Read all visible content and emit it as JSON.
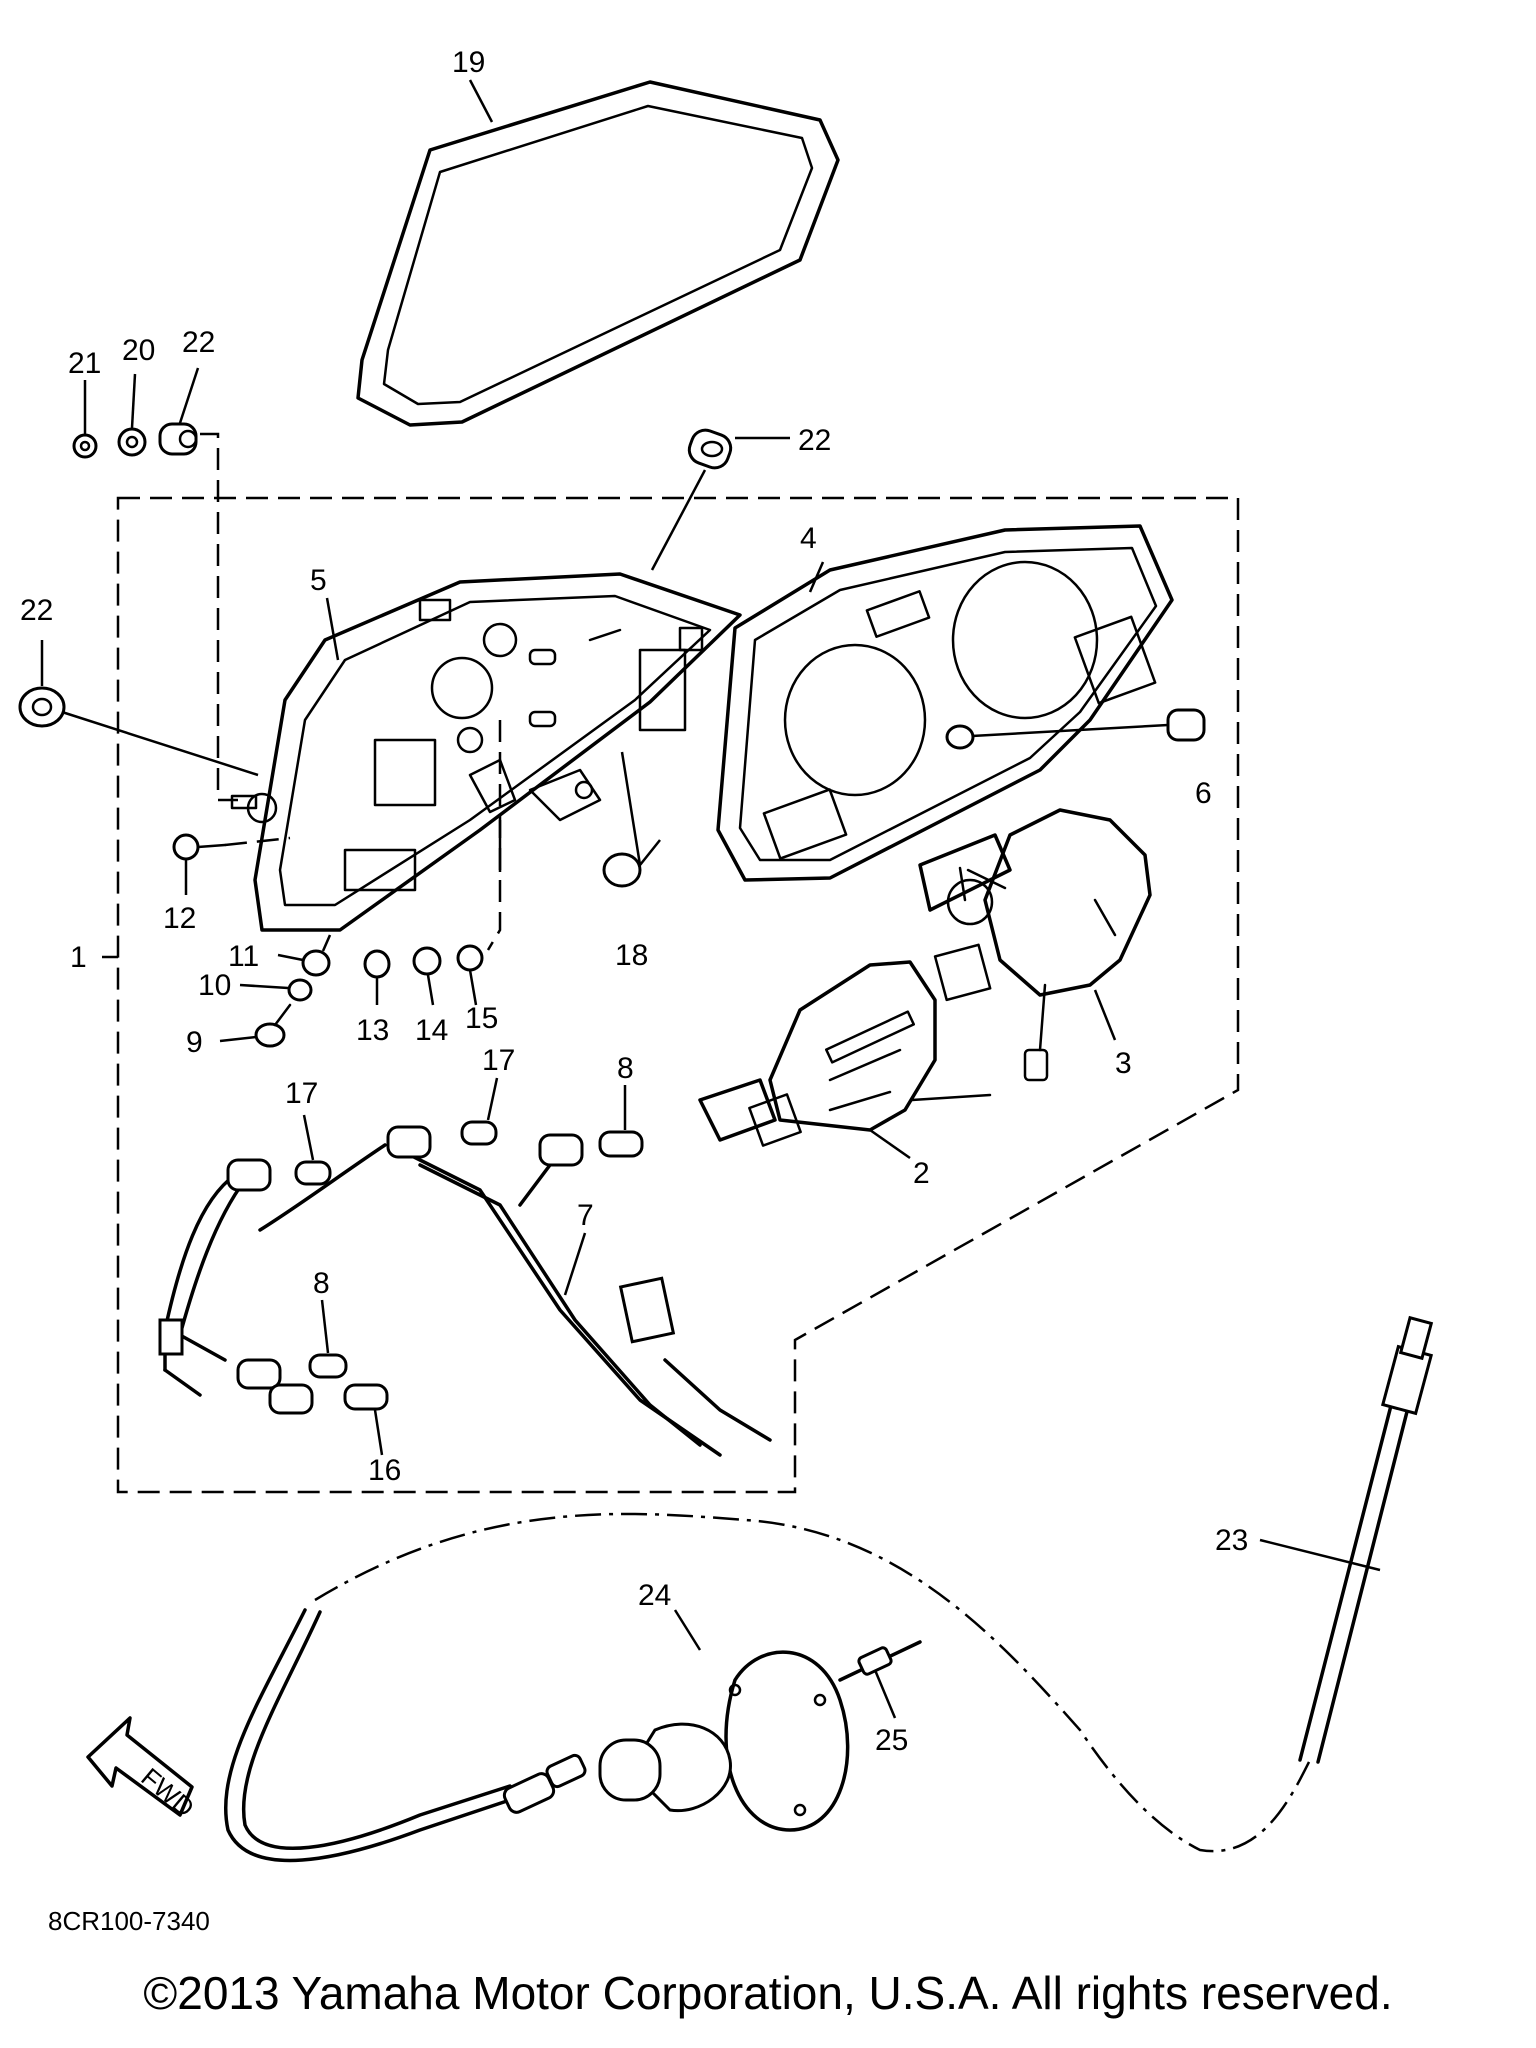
{
  "diagram": {
    "drawing_number": "8CR100-7340",
    "direction_arrow_label": "FWD",
    "callouts": [
      {
        "id": "c1",
        "label": "1"
      },
      {
        "id": "c2",
        "label": "2"
      },
      {
        "id": "c3",
        "label": "3"
      },
      {
        "id": "c4",
        "label": "4"
      },
      {
        "id": "c5",
        "label": "5"
      },
      {
        "id": "c6",
        "label": "6"
      },
      {
        "id": "c7",
        "label": "7"
      },
      {
        "id": "c8a",
        "label": "8"
      },
      {
        "id": "c8b",
        "label": "8"
      },
      {
        "id": "c9",
        "label": "9"
      },
      {
        "id": "c10",
        "label": "10"
      },
      {
        "id": "c11",
        "label": "11"
      },
      {
        "id": "c12",
        "label": "12"
      },
      {
        "id": "c13",
        "label": "13"
      },
      {
        "id": "c14",
        "label": "14"
      },
      {
        "id": "c15",
        "label": "15"
      },
      {
        "id": "c16",
        "label": "16"
      },
      {
        "id": "c17a",
        "label": "17"
      },
      {
        "id": "c17b",
        "label": "17"
      },
      {
        "id": "c18",
        "label": "18"
      },
      {
        "id": "c19",
        "label": "19"
      },
      {
        "id": "c20",
        "label": "20"
      },
      {
        "id": "c21",
        "label": "21"
      },
      {
        "id": "c22a",
        "label": "22"
      },
      {
        "id": "c22b",
        "label": "22"
      },
      {
        "id": "c22c",
        "label": "22"
      },
      {
        "id": "c23",
        "label": "23"
      },
      {
        "id": "c24",
        "label": "24"
      },
      {
        "id": "c25",
        "label": "25"
      }
    ]
  },
  "footer": {
    "copyright": "©2013 Yamaha Motor Corporation, U.S.A. All rights reserved."
  }
}
